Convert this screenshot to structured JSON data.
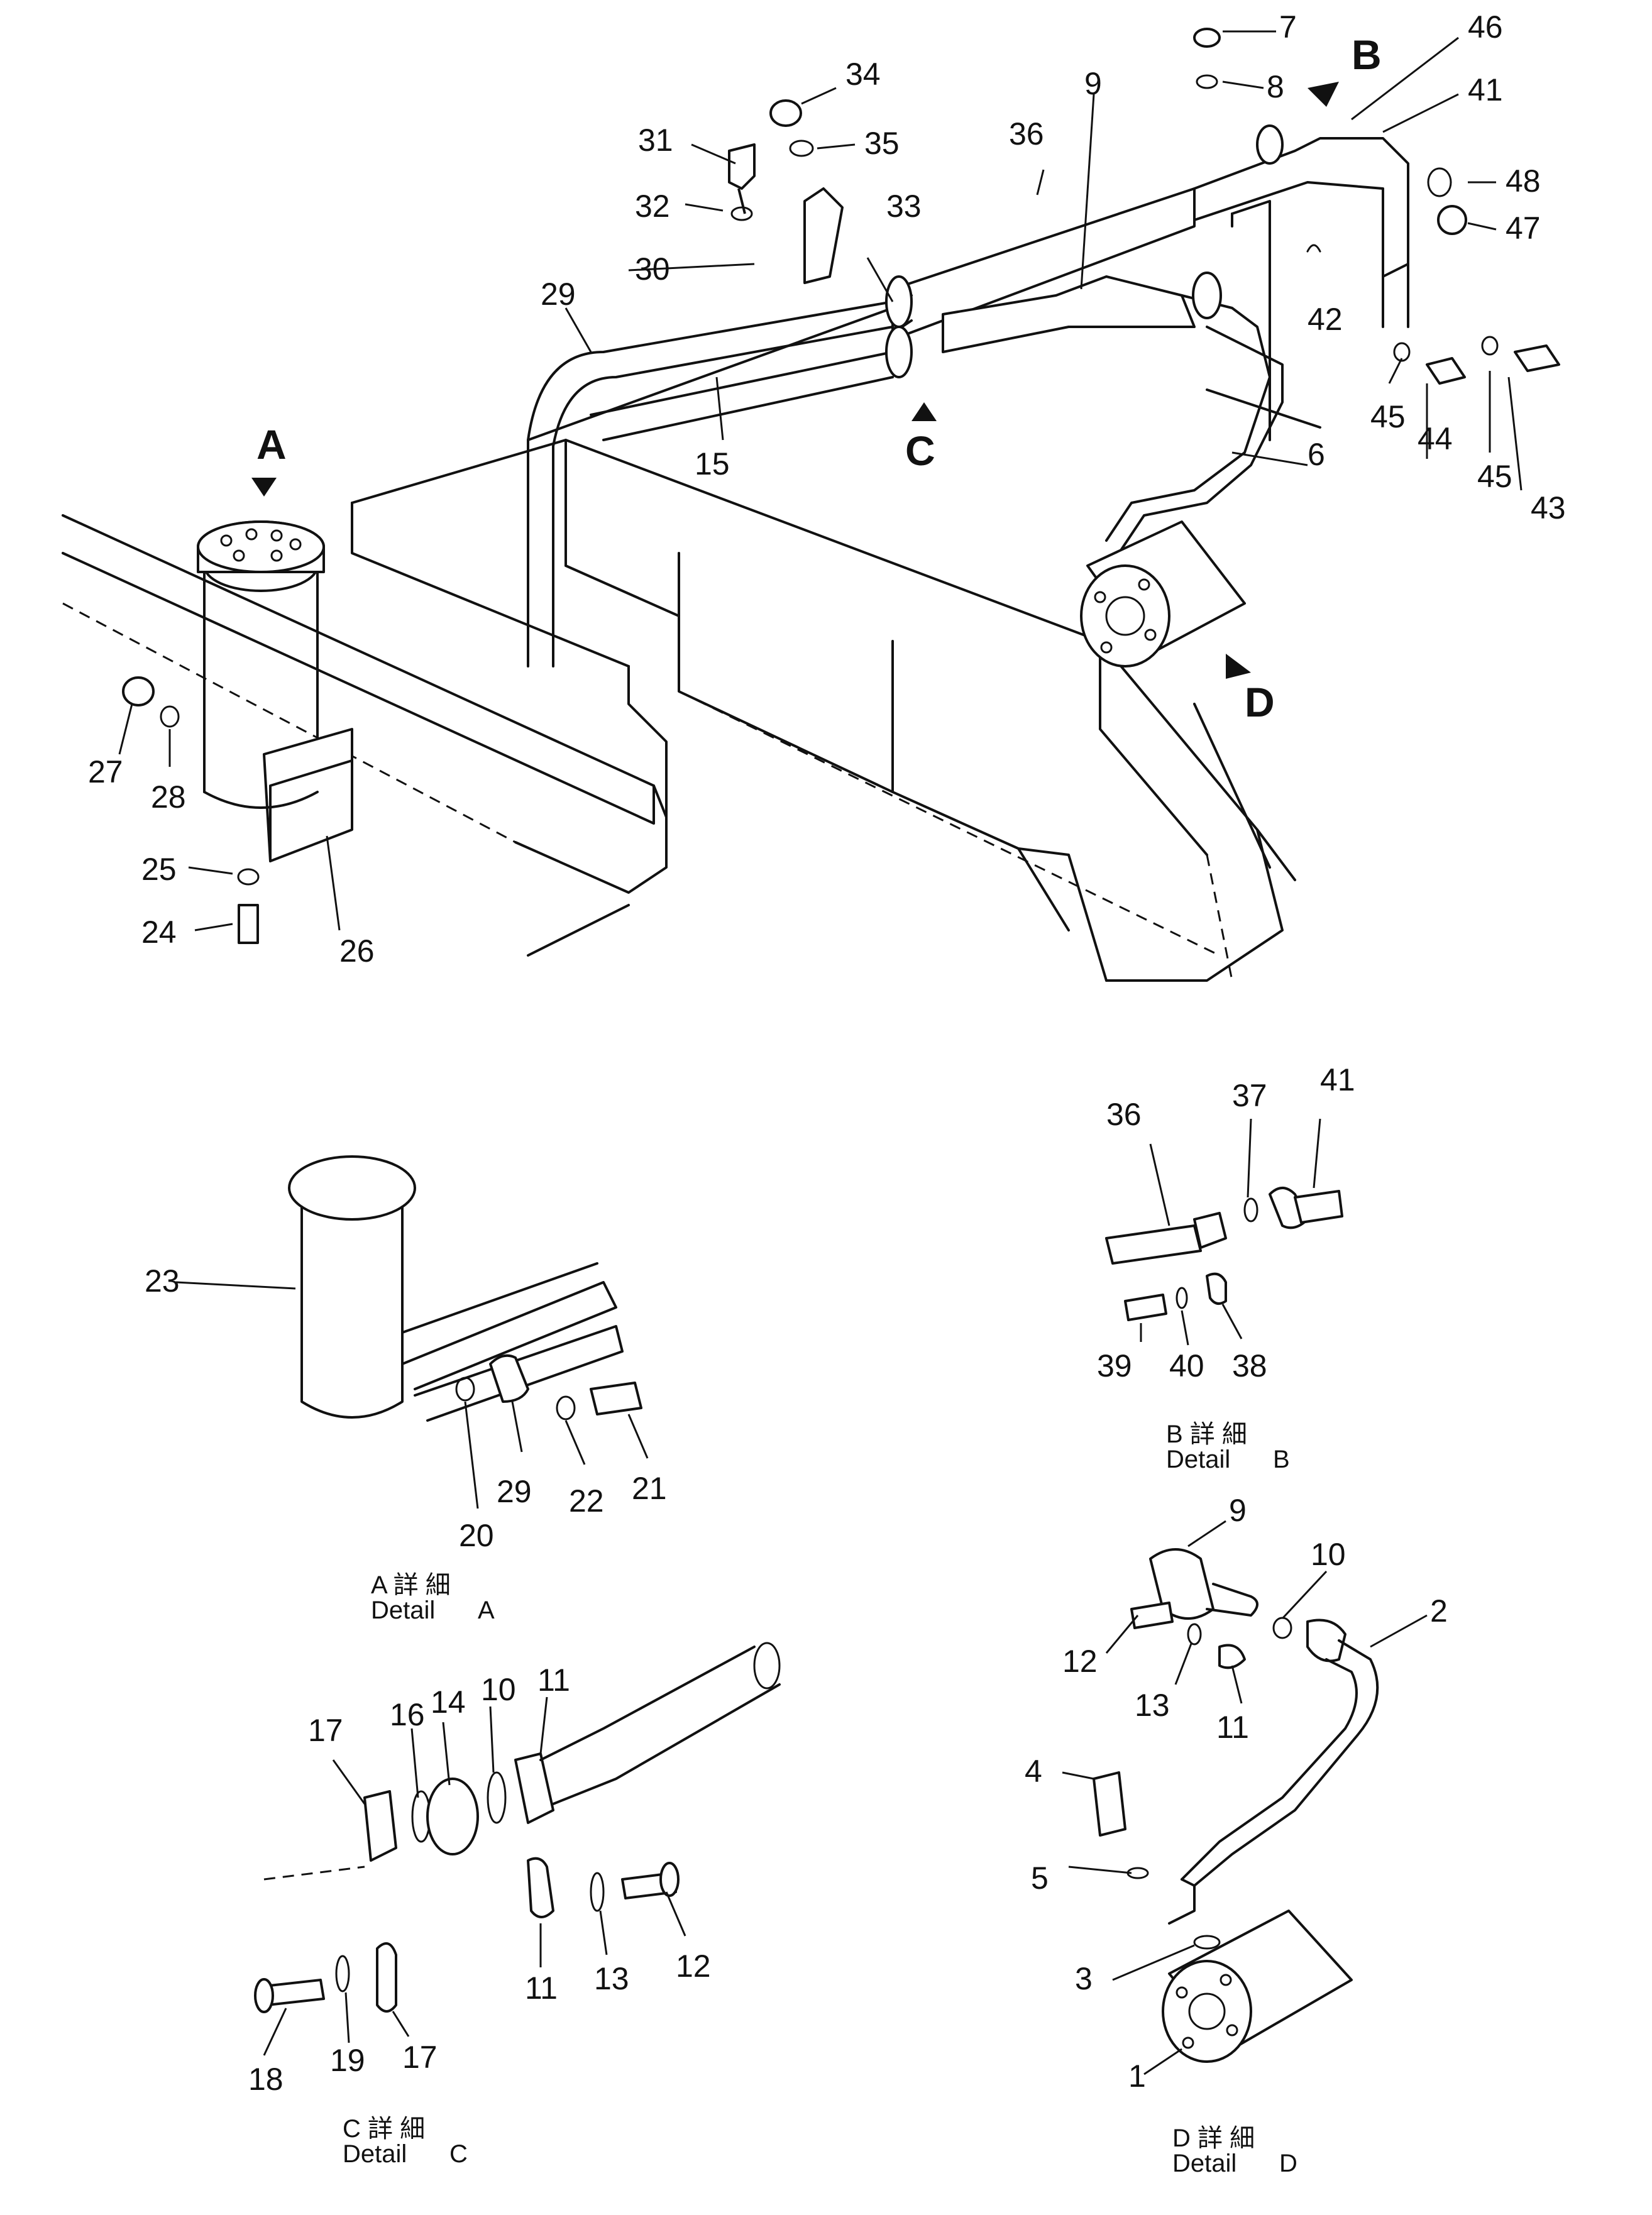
{
  "view_markers": {
    "a": "A",
    "b": "B",
    "c": "C",
    "d": "D"
  },
  "main_callouts": {
    "n7": "7",
    "n8": "8",
    "n46": "46",
    "n41": "41",
    "n9": "9",
    "n34": "34",
    "n35": "35",
    "n31": "31",
    "n36": "36",
    "n48": "48",
    "n47": "47",
    "n32": "32",
    "n33": "33",
    "n30": "30",
    "n42": "42",
    "n29": "29",
    "n44": "44",
    "n45a": "45",
    "n45b": "45",
    "n43": "43",
    "n15": "15",
    "n6": "6",
    "n27": "27",
    "n28": "28",
    "n25": "25",
    "n24": "24",
    "n26": "26"
  },
  "detail_a": {
    "callouts": {
      "n23": "23",
      "n20": "20",
      "n29": "29",
      "n22": "22",
      "n21": "21"
    },
    "caption_top": "A  詳  細",
    "caption_label": "Detail",
    "caption_letter": "A"
  },
  "detail_b": {
    "callouts": {
      "n36": "36",
      "n37": "37",
      "n41": "41",
      "n39": "39",
      "n40": "40",
      "n38": "38"
    },
    "caption_top": "B  詳  細",
    "caption_label": "Detail",
    "caption_letter": "B"
  },
  "detail_c": {
    "callouts": {
      "n17a": "17",
      "n16": "16",
      "n14": "14",
      "n10": "10",
      "n11a": "11",
      "n11b": "11",
      "n13": "13",
      "n12": "12",
      "n18": "18",
      "n19": "19",
      "n17b": "17"
    },
    "caption_top": "C  詳  細",
    "caption_label": "Detail",
    "caption_letter": "C"
  },
  "detail_d": {
    "callouts": {
      "n9": "9",
      "n10": "10",
      "n2": "2",
      "n12": "12",
      "n13": "13",
      "n11": "11",
      "n4": "4",
      "n5": "5",
      "n3": "3",
      "n1": "1"
    },
    "caption_top": "D  詳  細",
    "caption_label": "Detail",
    "caption_letter": "D"
  }
}
